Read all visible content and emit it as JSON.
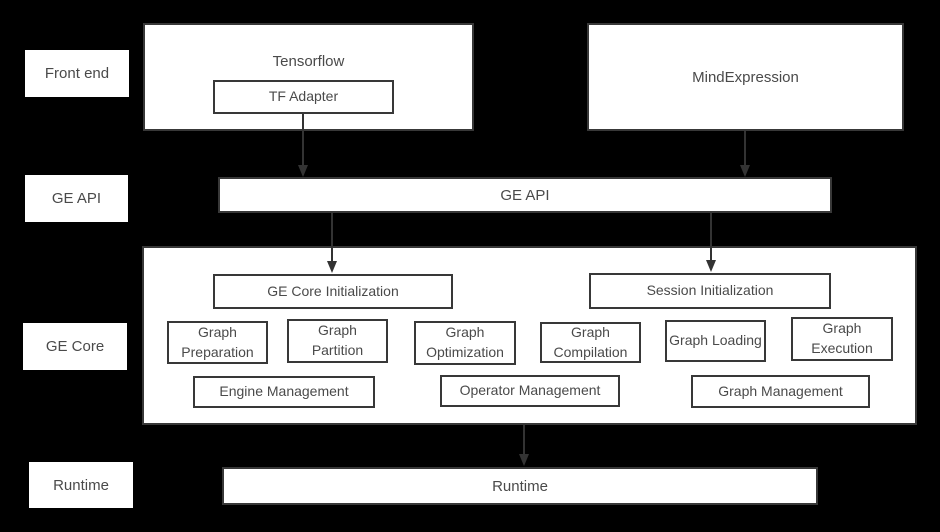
{
  "palette": {
    "background": "#000000",
    "box_fill": "#ffffff",
    "border": "#383838",
    "text": "#4a4a4a",
    "arrow": "#333333"
  },
  "layer_labels": {
    "front_end": "Front end",
    "ge_api": "GE API",
    "ge_core": "GE Core",
    "runtime": "Runtime"
  },
  "front_end": {
    "tensorflow": {
      "title": "Tensorflow",
      "adapter": "TF Adapter"
    },
    "mind_expression": {
      "title": "MindExpression"
    }
  },
  "ge_api": {
    "bar": "GE API"
  },
  "ge_core": {
    "init_boxes": [
      "GE Core Initialization",
      "Session Initialization"
    ],
    "stage_boxes": [
      "Graph Preparation",
      "Graph Partition",
      "Graph Optimization",
      "Graph Compilation",
      "Graph Loading",
      "Graph Execution"
    ],
    "management_boxes": [
      "Engine Management",
      "Operator Management",
      "Graph Management"
    ]
  },
  "runtime": {
    "bar": "Runtime"
  },
  "connections": [
    {
      "from": "TF Adapter",
      "to": "GE API"
    },
    {
      "from": "MindExpression",
      "to": "GE API"
    },
    {
      "from": "GE API",
      "to": "GE Core Initialization"
    },
    {
      "from": "GE API",
      "to": "Session Initialization"
    },
    {
      "from": "GE Core",
      "to": "Runtime"
    }
  ]
}
